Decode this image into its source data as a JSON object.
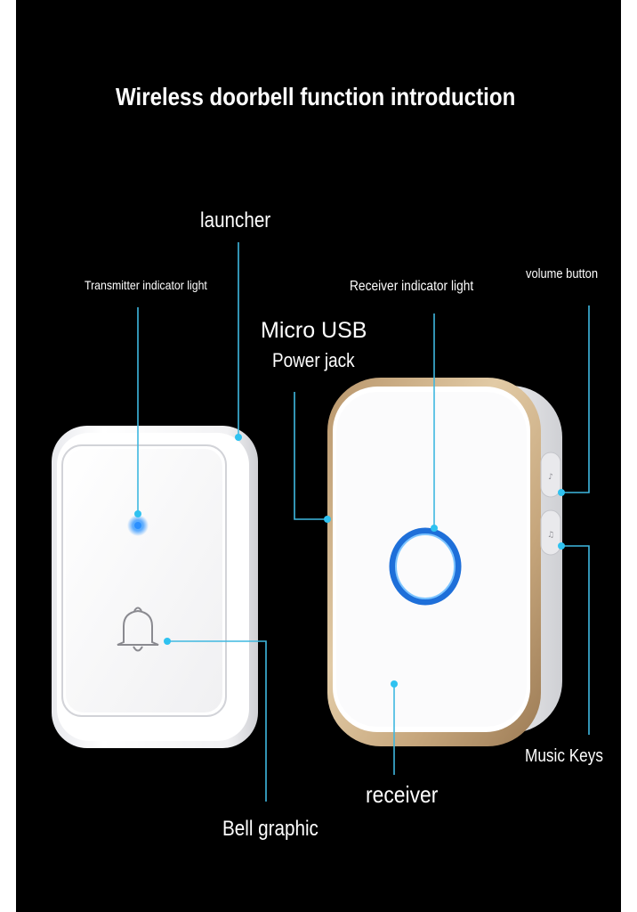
{
  "title": "Wireless doorbell function introduction",
  "labels": {
    "launcher": "launcher",
    "transmitter_indicator_light": "Transmitter indicator light",
    "receiver_indicator_light": "Receiver indicator light",
    "volume_button": "volume button",
    "micro_usb": "Micro USB",
    "power_jack": "Power jack",
    "music_keys": "Music Keys",
    "receiver": "receiver",
    "bell_graphic": "Bell graphic"
  },
  "colors": {
    "background": "#000000",
    "callout_line": "#3fb8e0",
    "indicator_blue": "#1e8cff",
    "gold_trim": "#c9a77a",
    "device_white": "#f4f4f6"
  }
}
